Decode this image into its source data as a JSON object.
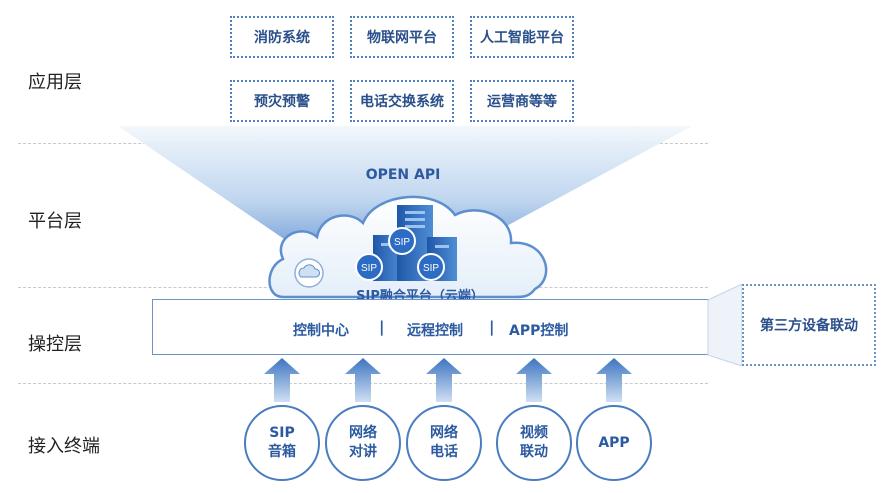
{
  "layers": {
    "application": "应用层",
    "platform": "平台层",
    "control": "操控层",
    "access": "接入终端"
  },
  "application_boxes": [
    "消防系统",
    "物联网平台",
    "人工智能平台",
    "预灾预警",
    "电话交换系统",
    "运营商等等"
  ],
  "open_api_label": "OPEN API",
  "platform_label": "SIP融合平台（云端）",
  "server_badges": [
    "SIP",
    "SIP",
    "SIP"
  ],
  "control_items": [
    "控制中心",
    "远程控制",
    "APP控制"
  ],
  "control_separator": "|",
  "third_party_label": "第三方设备联动",
  "terminals": [
    {
      "line1": "SIP",
      "line2": "音箱"
    },
    {
      "line1": "网络",
      "line2": "对讲"
    },
    {
      "line1": "网络",
      "line2": "电话"
    },
    {
      "line1": "视频",
      "line2": "联动"
    },
    {
      "line1": "APP",
      "line2": ""
    }
  ],
  "colors": {
    "primary": "#2c5aa0",
    "accent_light": "#cfe0f3",
    "arrow": "#4a7cc0"
  }
}
